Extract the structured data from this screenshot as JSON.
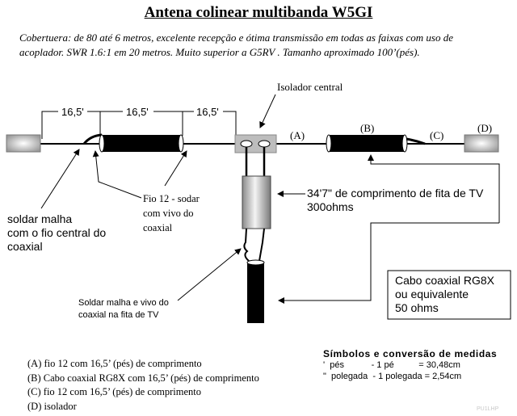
{
  "title": "Antena colinear multibanda W5GI",
  "description": [
    "Cobertuera: de 80 até 6 metros, excelente recepção e ótima transmissão em todas as faixas com uso  de",
    "acoplador. SWR 1.6:1 em 20 metros. Muito superior a G5RV . Tamanho aproximado 100’(pés)."
  ],
  "diagram": {
    "dimensions": [
      "16,5'",
      "16,5'",
      "16,5'"
    ],
    "center_insulator_label": "Isolador central",
    "segment_labels": {
      "a": "(A)",
      "b": "(B)",
      "c": "(C)",
      "d": "(D)"
    },
    "ribbon_note": [
      "34'7\" de comprimento de fita de TV",
      "300ohms"
    ],
    "solder_shield_note": [
      "soldar  malha",
      "com o fio central do",
      "coaxial"
    ],
    "wire_note": [
      "Fio 12 - sodar",
      "com vivo do",
      "coaxial"
    ],
    "feed_solder_note": [
      "Soldar malha e vivo do",
      "coaxial na fita de TV"
    ],
    "coax_box": [
      "Cabo coaxial RG8X",
      "ou equivalente",
      "50 ohms"
    ]
  },
  "legend": [
    "(A) fio 12 com 16,5’ (pés) de comprimento",
    "(B) Cabo coaxial RG8X com 16,5’ (pés) de comprimento",
    "(C) fio 12 com 16,5’ (pés) de comprimento",
    "(D) isolador"
  ],
  "symbols": {
    "heading": "Símbolos e conversão de medidas",
    "rows": [
      "'  pés           - 1 pé          = 30,48cm",
      "\"  polegada  - 1 polegada = 2,54cm"
    ]
  },
  "signature": "PU1LHP"
}
